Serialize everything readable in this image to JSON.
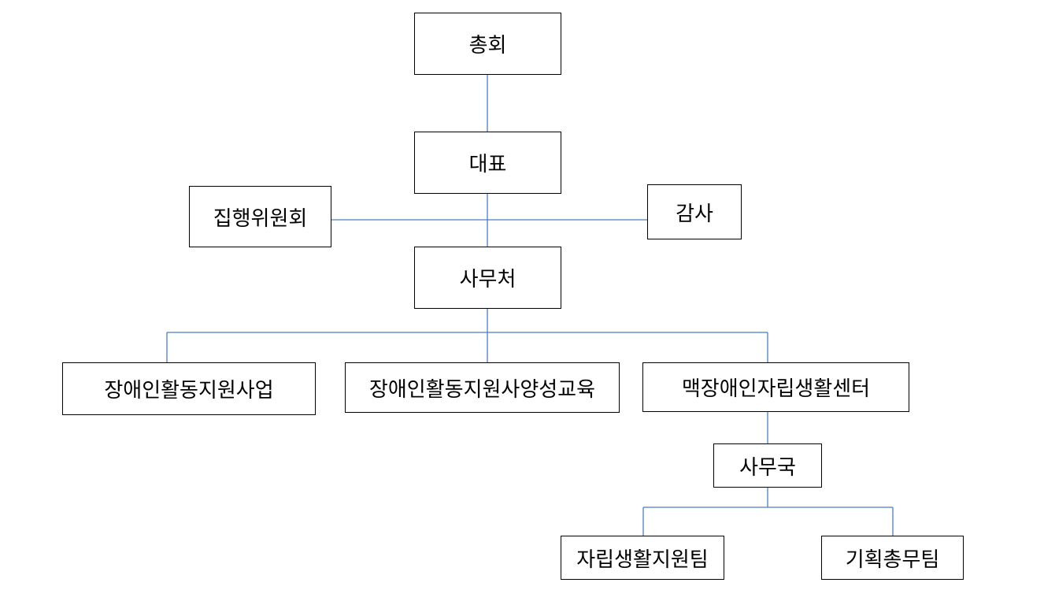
{
  "org": {
    "general_assembly": "총회",
    "representative": "대표",
    "executive_committee": "집행위원회",
    "audit": "감사",
    "secretariat": "사무처",
    "program_support": "장애인활동지원사업",
    "program_training": "장애인활동지원사양성교육",
    "center": "맥장애인자립생활센터",
    "bureau": "사무국",
    "team_living": "자립생활지원팀",
    "team_planning": "기획총무팀"
  }
}
